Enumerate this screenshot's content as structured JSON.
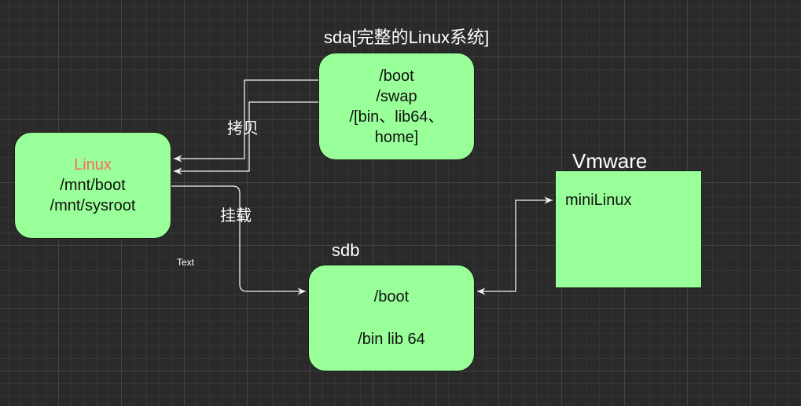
{
  "titles": {
    "sda": "sda[完整的Linux系统]",
    "sdb": "sdb",
    "vmware": "Vmware"
  },
  "nodes": {
    "linux": {
      "lines": [
        "Linux",
        "/mnt/boot",
        "/mnt/sysroot"
      ],
      "accent_color": "#ff6b5a"
    },
    "sda": {
      "lines": [
        "/boot",
        "/swap",
        "/[bin、lib64、",
        "home]"
      ]
    },
    "sdb": {
      "lines": [
        "/boot",
        "",
        "/bin  lib 64"
      ]
    },
    "vmware": {
      "lines": [
        "miniLinux"
      ]
    }
  },
  "edge_labels": {
    "copy": "拷贝",
    "mount": "挂载",
    "text": "Text"
  },
  "colors": {
    "node_fill": "#99ff99",
    "edge": "#f0f0f0",
    "background": "#2a2a2a"
  }
}
